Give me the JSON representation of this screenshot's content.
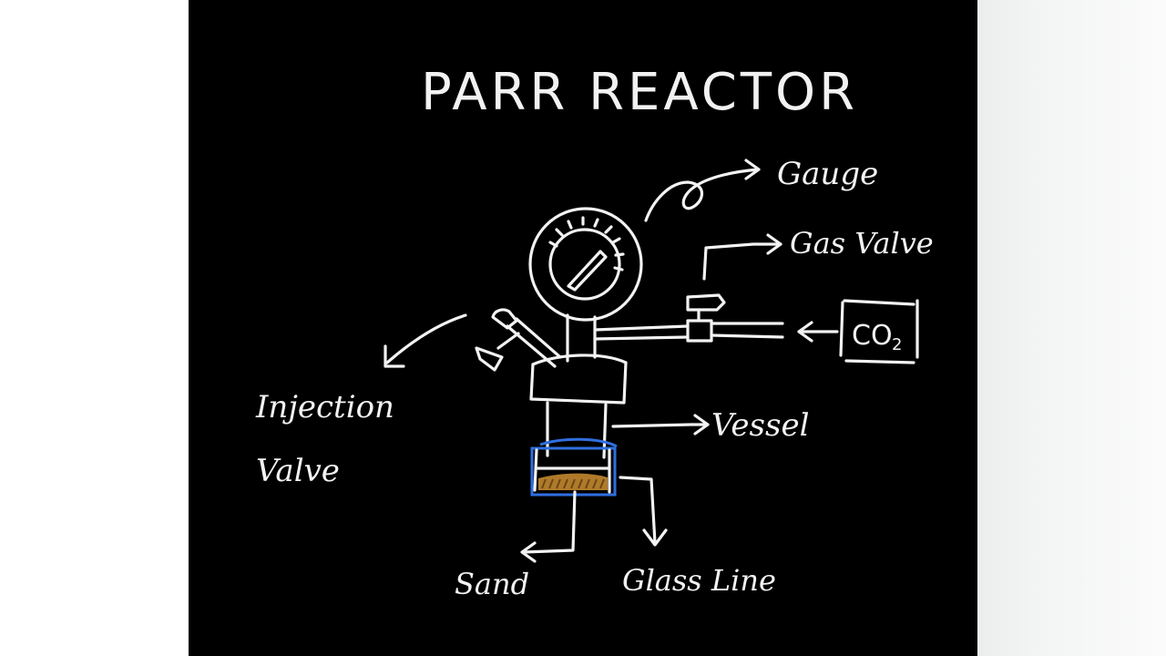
{
  "diagram": {
    "title": "PARR REACTOR",
    "labels": {
      "gauge": "Gauge",
      "gas_valve": "Gas Valve",
      "co2_main": "CO",
      "co2_sub": "2",
      "vessel": "Vessel",
      "injection_line1": "Injection",
      "injection_line2": "Valve",
      "sand": "Sand",
      "glass_line": "Glass Line"
    },
    "colors": {
      "background": "#000000",
      "chalk": "#f2f2f2",
      "glass_outline": "#2f6fe0",
      "sand_fill": "#b07a2a"
    }
  }
}
